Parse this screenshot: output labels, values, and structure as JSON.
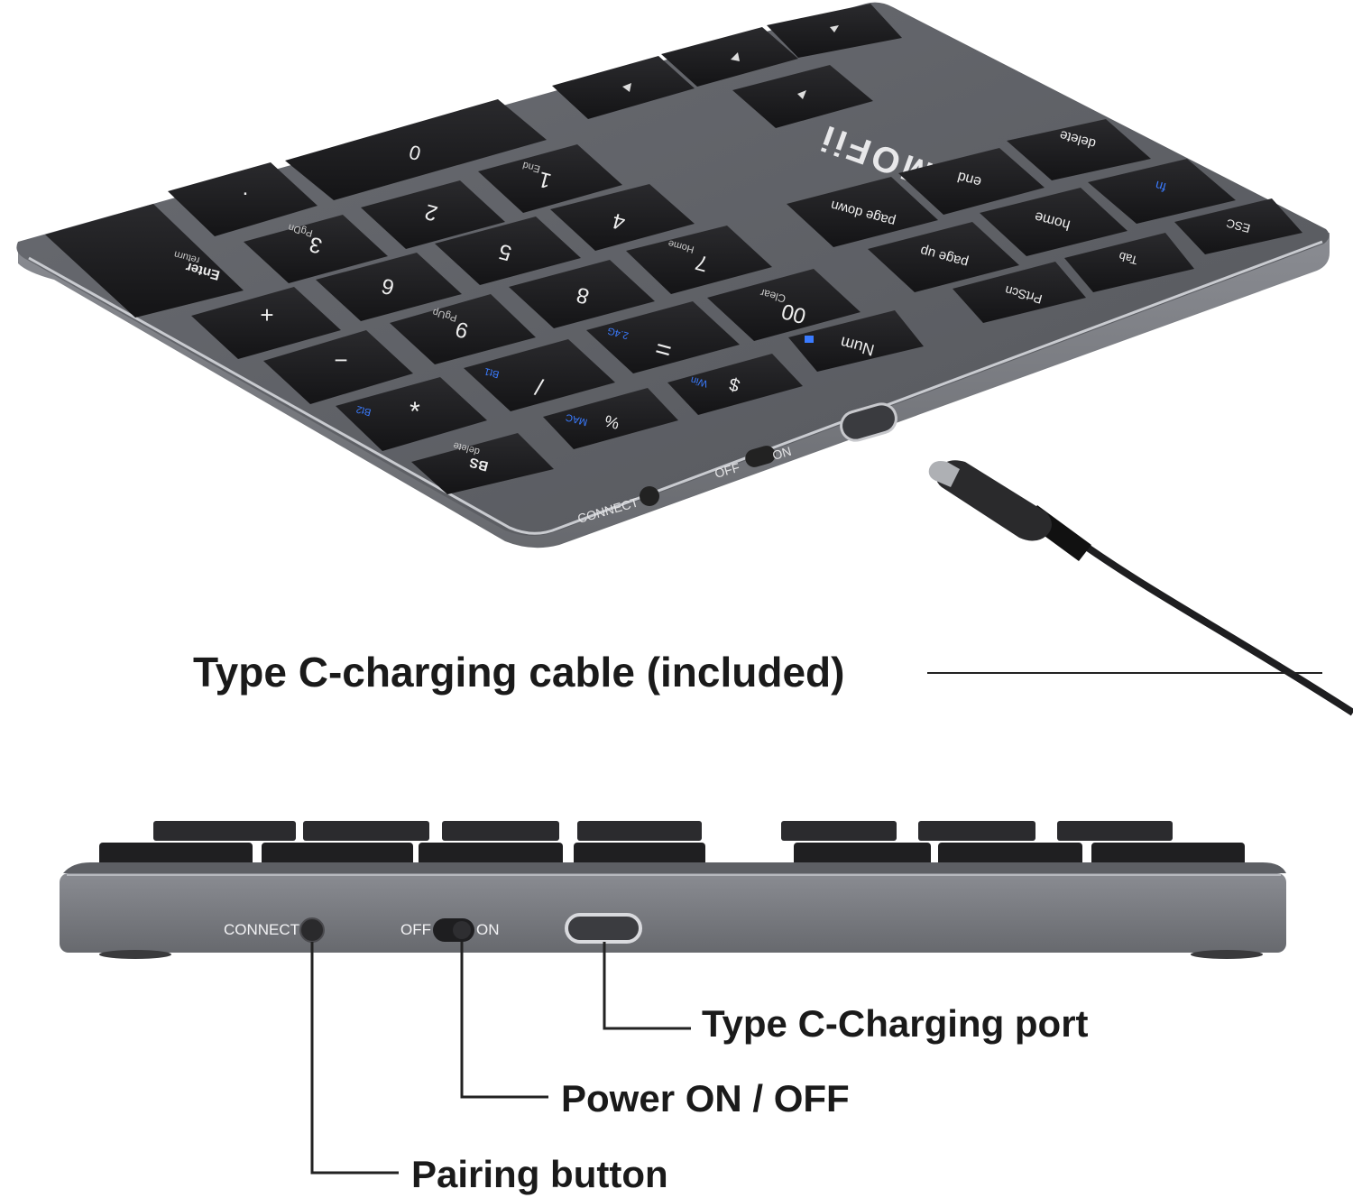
{
  "brand": "MOFii",
  "callouts": {
    "cable": "Type C-charging cable  (included)",
    "port": "Type C-Charging port",
    "power": "Power ON / OFF",
    "pairing": "Pairing button"
  },
  "side_labels": {
    "connect": "CONNECT",
    "off": "OFF",
    "on": "ON"
  },
  "keys": {
    "zero": "0",
    "dot": ".",
    "one": "1",
    "end_small": "End",
    "two": "2",
    "three": "3",
    "pgdn": "PgDn",
    "four": "4",
    "five": "5",
    "six": "6",
    "seven": "7",
    "home_small": "Home",
    "eight": "8",
    "nine": "9",
    "pgup": "PgUp",
    "enter": "Enter",
    "return": "return",
    "plus": "+",
    "minus": "−",
    "star": "*",
    "slash": "/",
    "equals": "=",
    "double_zero": "00",
    "clear": "Clear",
    "num": "Num",
    "dollar": "$",
    "percent": "%",
    "bs": "BS",
    "bs_delete": "delete",
    "bt1": "Bt1",
    "bt2": "Bt2",
    "ghz": "2.4G",
    "win": "Win",
    "mac": "MAC",
    "page_down": "page down",
    "end": "end",
    "delete": "delete",
    "page_up": "page up",
    "home": "home",
    "fn": "fn",
    "prtscn": "PrtScn",
    "tab": "Tab",
    "esc": "ESC"
  },
  "colors": {
    "body": "#707278",
    "key": "#1c1c1e",
    "accent": "#2a6df4"
  }
}
